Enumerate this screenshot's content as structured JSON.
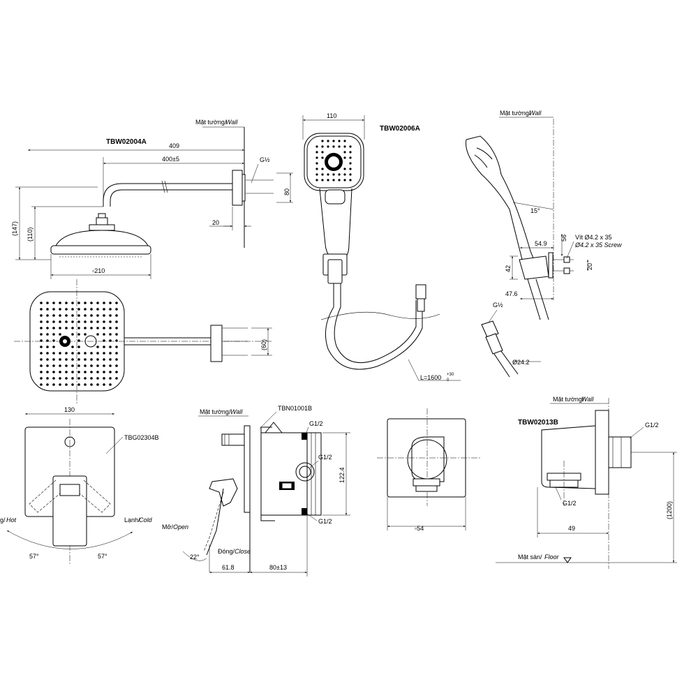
{
  "shower_head": {
    "model": "TBW02004A",
    "wall_label": "Mặt tường/",
    "wall_label_en": "Wall",
    "dim_409": "409",
    "dim_400": "400±5",
    "dim_g": "G½",
    "dim_80": "80",
    "dim_147": "(147)",
    "dim_110": "(110)",
    "dim_20": "20",
    "dim_210": "▫210",
    "dim_60": "(60)"
  },
  "hand_shower": {
    "model": "TBW02006A",
    "dim_110": "110",
    "hose_length": "L=1600",
    "hose_tol_upper": "+30",
    "hose_tol_lower": "0"
  },
  "holder_side": {
    "wall_label": "Mặt tường/",
    "wall_label_en": "Wall",
    "angle": "15°",
    "dim_56": "56",
    "dim_549": "54.9",
    "screw_vn": "Vít Ø4.2 x 35",
    "screw_en": "Ø4.2 x 35 Screw",
    "dim_42": "42",
    "dim_20": "20",
    "dim_476": "47.6",
    "dim_g": "G½",
    "dim_242": "Ø24.2"
  },
  "mixer_plate": {
    "dim_130": "130",
    "model": "TBG02304B",
    "hot_label": "g/",
    "hot_label_en": "Hot",
    "cold_label": "Lạnh/",
    "cold_label_en": "Cold",
    "angle_left": "57°",
    "angle_right": "57°"
  },
  "mixer_body": {
    "wall_label": "Mặt tường/",
    "wall_label_en": "Wall",
    "model": "TBN01001B",
    "g_top": "G1/2",
    "g_mid": "G1/2",
    "g_bottom": "G1/2",
    "dim_1224": "122.4",
    "open_label": "Mở/",
    "open_label_en": "Open",
    "close_label": "Đóng/",
    "close_label_en": "Close",
    "angle": "22°",
    "dim_618": "61.8",
    "dim_80": "80±13"
  },
  "wall_outlet_front": {
    "dim_54": "▫54"
  },
  "wall_outlet_side": {
    "model": "TBW02013B",
    "wall_label": "Mặt tường/",
    "wall_label_en": "Wall",
    "g_top": "G1/2",
    "g_bottom": "G1/2",
    "dim_1200": "(1200)",
    "dim_49": "49",
    "floor_label": "Mặt sàn/",
    "floor_label_en": "Floor"
  }
}
